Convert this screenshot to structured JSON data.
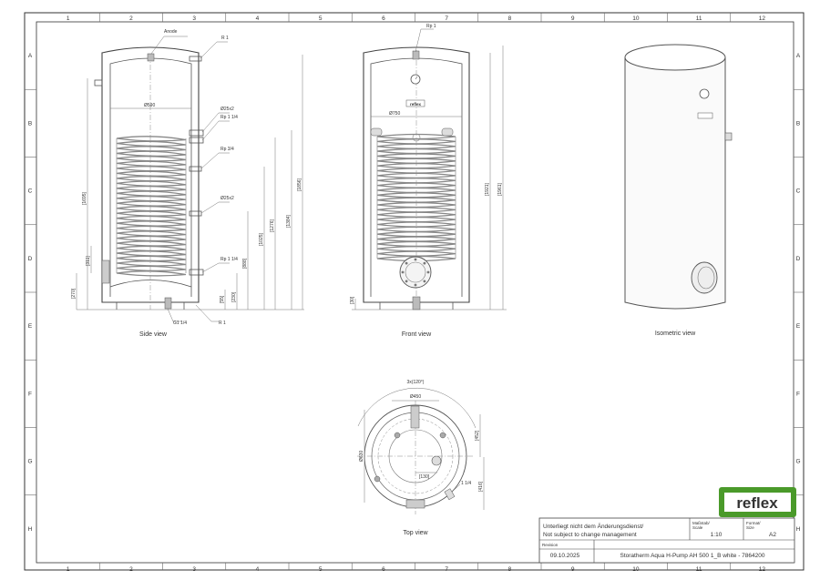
{
  "grid": {
    "columns": [
      "1",
      "2",
      "3",
      "4",
      "5",
      "6",
      "7",
      "8",
      "9",
      "10",
      "11",
      "12"
    ],
    "rows": [
      "A",
      "B",
      "C",
      "D",
      "E",
      "F",
      "G",
      "H"
    ]
  },
  "views": {
    "side": {
      "caption": "Side view",
      "labels": {
        "anode": "Anode",
        "r1_top": "R 1",
        "d25x2_a": "Ø25x2",
        "rp114_a": "Rp 1 1/4",
        "rp34": "Rp 3/4",
        "d25x2_b": "Ø25x2",
        "rp114_b": "Rp 1 1/4",
        "g114": "G1 1/4",
        "r1_bottom": "R 1"
      },
      "dims": {
        "width": "Ø590",
        "d1": "[1695]",
        "d2": "[1856]",
        "d3": "[1384]",
        "d4": "[1276]",
        "d5": "[1025]",
        "d6": "[888]",
        "d7": "[311]",
        "d8": "[270]",
        "d9": "[230]",
        "d10": "[55]"
      }
    },
    "front": {
      "caption": "Front view",
      "labels": {
        "rp1": "Rp 1"
      },
      "dims": {
        "width": "Ø750",
        "h1": "[1921]",
        "h2": "[1961]",
        "foot": "[30]"
      }
    },
    "iso": {
      "caption": "Isometric view"
    },
    "top": {
      "caption": "Top view",
      "labels": {
        "angle": "3x(120°)",
        "r114": "1 1/4"
      },
      "dims": {
        "d1": "Ø450",
        "d2": "Ø630",
        "d3": "[452]",
        "d4": "[416]",
        "d5": "[130]"
      }
    }
  },
  "brand": {
    "logo": "reflex",
    "color": "#4a9a2a"
  },
  "titleblock": {
    "note_de": "Unterliegt nicht dem Änderungsdienst/",
    "note_en": "Not subject to change management",
    "scale_label_1": "Maßstab/",
    "scale_label_2": "Scale",
    "scale": "1:10",
    "format_label_1": "Format/",
    "format_label_2": "Size",
    "format": "A2",
    "revision_label": "Revision",
    "revision": "09.10.2025",
    "title": "Storatherm Aqua H-Pump AH 500 1_B white - 7864200"
  }
}
